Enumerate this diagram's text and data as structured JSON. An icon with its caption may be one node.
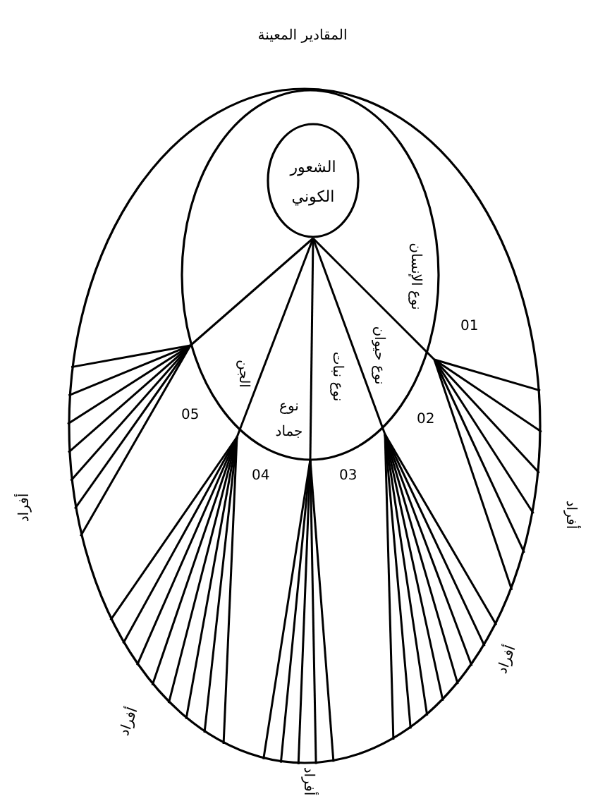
{
  "diagram": {
    "title": "المقادير المعينة",
    "nodes": [
      {
        "text": [],
        "shape": "circle"
      },
      {
        "text": [],
        "shape": "circle",
        "in": 0
      },
      {
        "text": [
          "الشعور الكوني"
        ],
        "in": 1
      }
    ],
    "labels": [
      "نوع الإنسان",
      "01",
      "نوع حيوان",
      "نوع نبات",
      "نوع جماد",
      "الجن",
      "05",
      "02",
      "04",
      "03",
      "أفراد",
      "أفراد",
      "أفراد",
      "أفراد",
      "أفراد"
    ]
  }
}
